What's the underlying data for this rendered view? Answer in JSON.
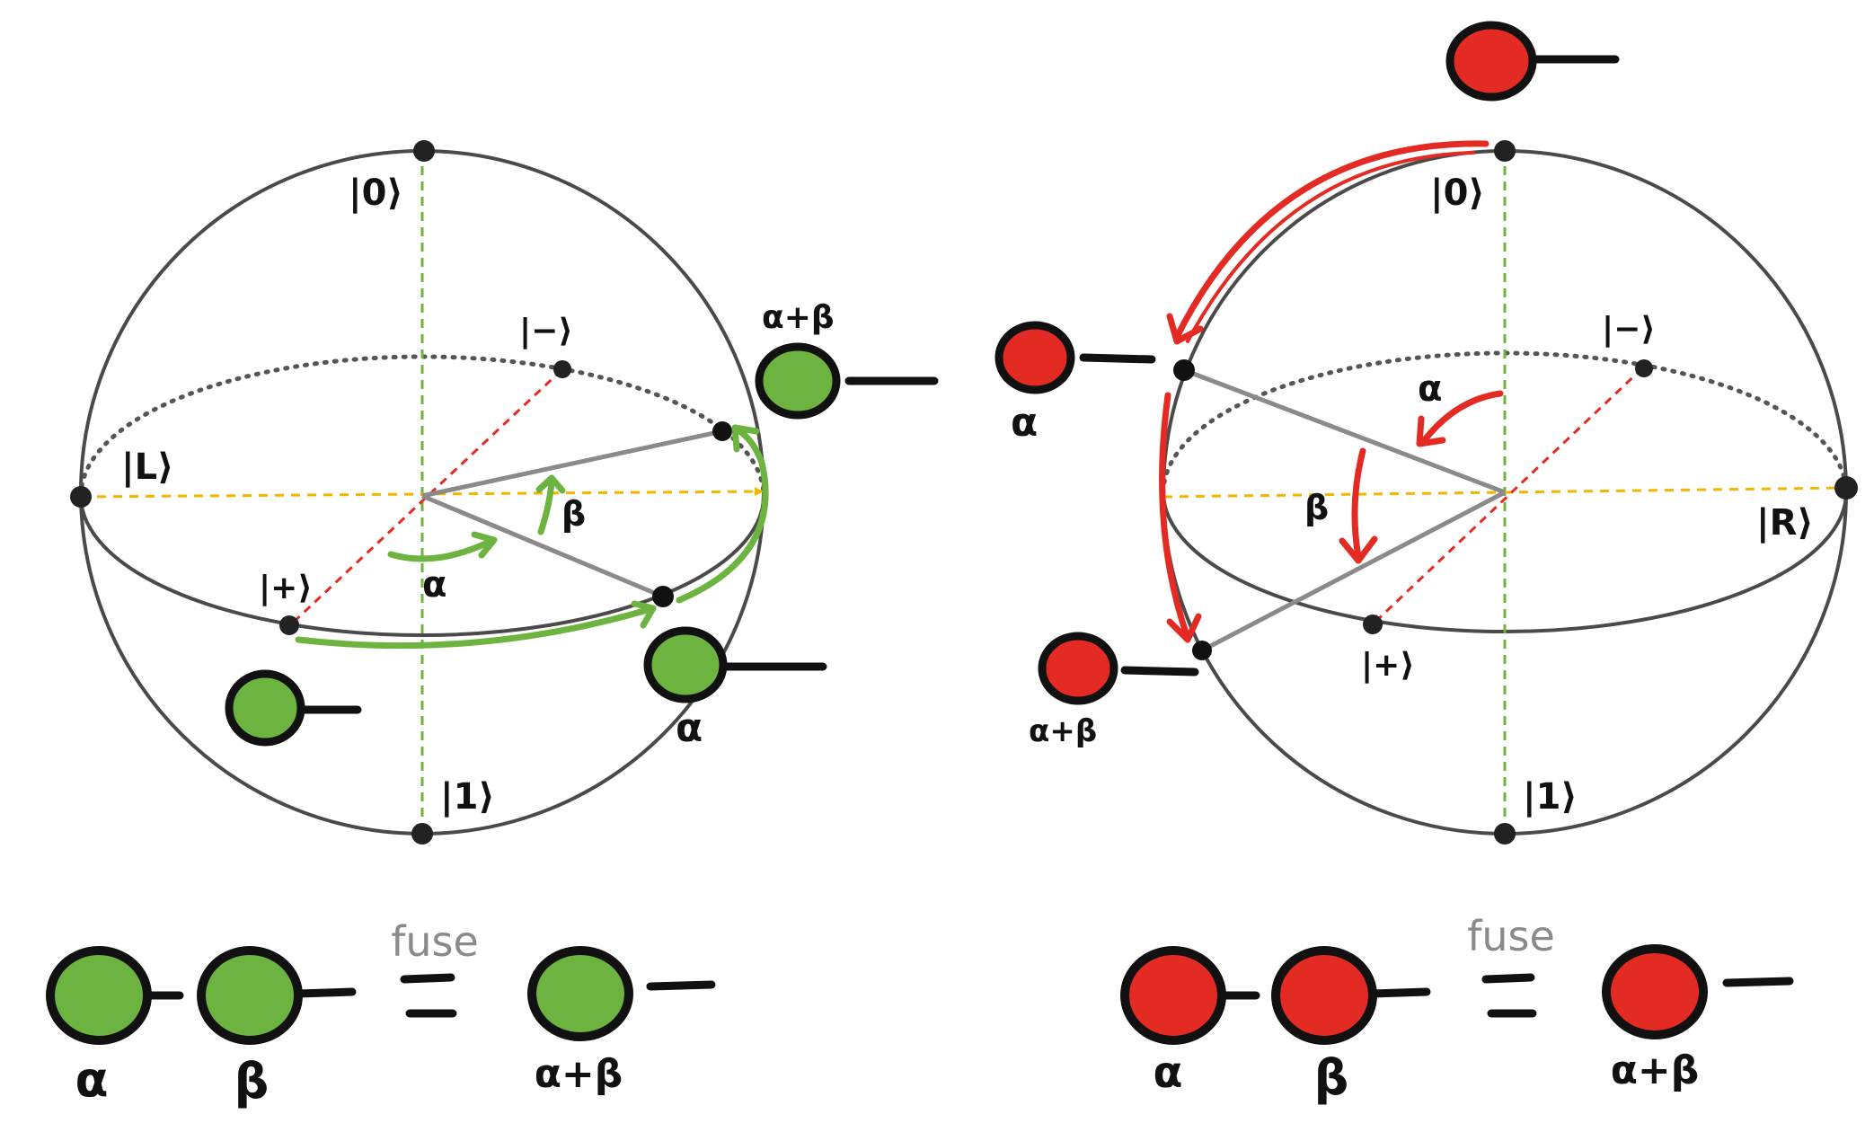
{
  "colors": {
    "green": "#6db33f",
    "red": "#e32b24",
    "outline": "#111111",
    "sphere": "#4a4a4a",
    "z_axis": "#6db33f",
    "x_axis": "#e32b24",
    "y_axis": "#f5b400",
    "vector": "#8a8a8a",
    "fuse_text": "#8a8a8a"
  },
  "left_sphere": {
    "kets": {
      "zero": "|0⟩",
      "one": "|1⟩",
      "plus": "|+⟩",
      "minus": "|−⟩",
      "L": "|L⟩"
    },
    "angle_alpha": "α",
    "angle_beta": "β",
    "spider_alpha_label": "α",
    "spider_sum_label": "α+β"
  },
  "right_sphere": {
    "kets": {
      "zero": "|0⟩",
      "one": "|1⟩",
      "plus": "|+⟩",
      "minus": "|−⟩",
      "R": "|R⟩"
    },
    "angle_alpha": "α",
    "angle_beta": "β",
    "spider_alpha_label": "α",
    "spider_sum_label": "α+β"
  },
  "green_fusion": {
    "labels": [
      "α",
      "β",
      "α+β"
    ],
    "fuse_label": "fuse",
    "equals": "="
  },
  "red_fusion": {
    "labels": [
      "α",
      "β",
      "α+β"
    ],
    "fuse_label": "fuse",
    "equals": "="
  }
}
